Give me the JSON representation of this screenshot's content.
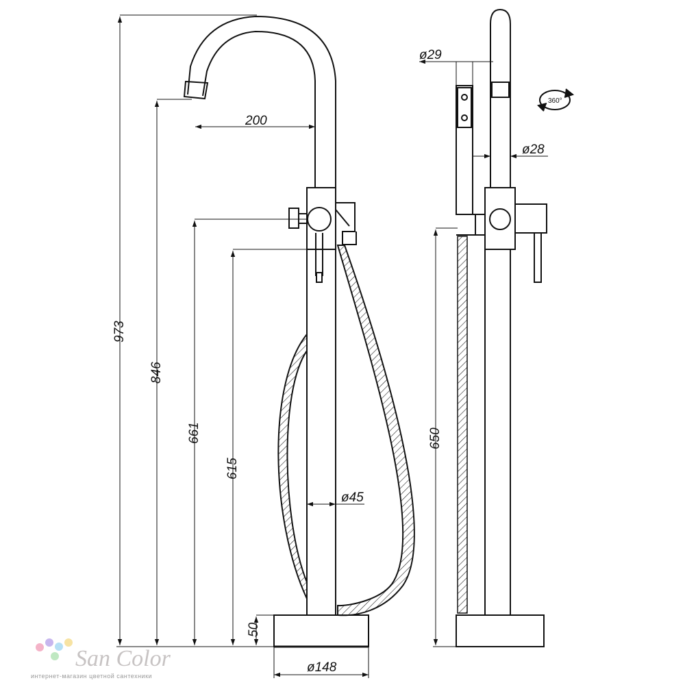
{
  "dimensions": {
    "total_height": "973",
    "spout_outlet_height": "846",
    "mixer_height": "661",
    "hose_connection_height": "615",
    "base_height": "50",
    "base_diameter": "ø148",
    "body_diameter": "ø45",
    "spout_reach": "200",
    "hand_shower_diameter": "ø29",
    "spout_pipe_diameter": "ø28",
    "side_height": "650",
    "rotation": "360°"
  },
  "watermark": {
    "brand": "SanColor",
    "brand_display": "San Color",
    "tagline": "интернет-магазин цветной сантехники",
    "dot_colors": [
      "#f4b3c8",
      "#c7b6ee",
      "#b5e0f5",
      "#f7e3a3",
      "#bfe8c2"
    ]
  },
  "colors": {
    "line": "#111111",
    "hatch": "#222222"
  }
}
